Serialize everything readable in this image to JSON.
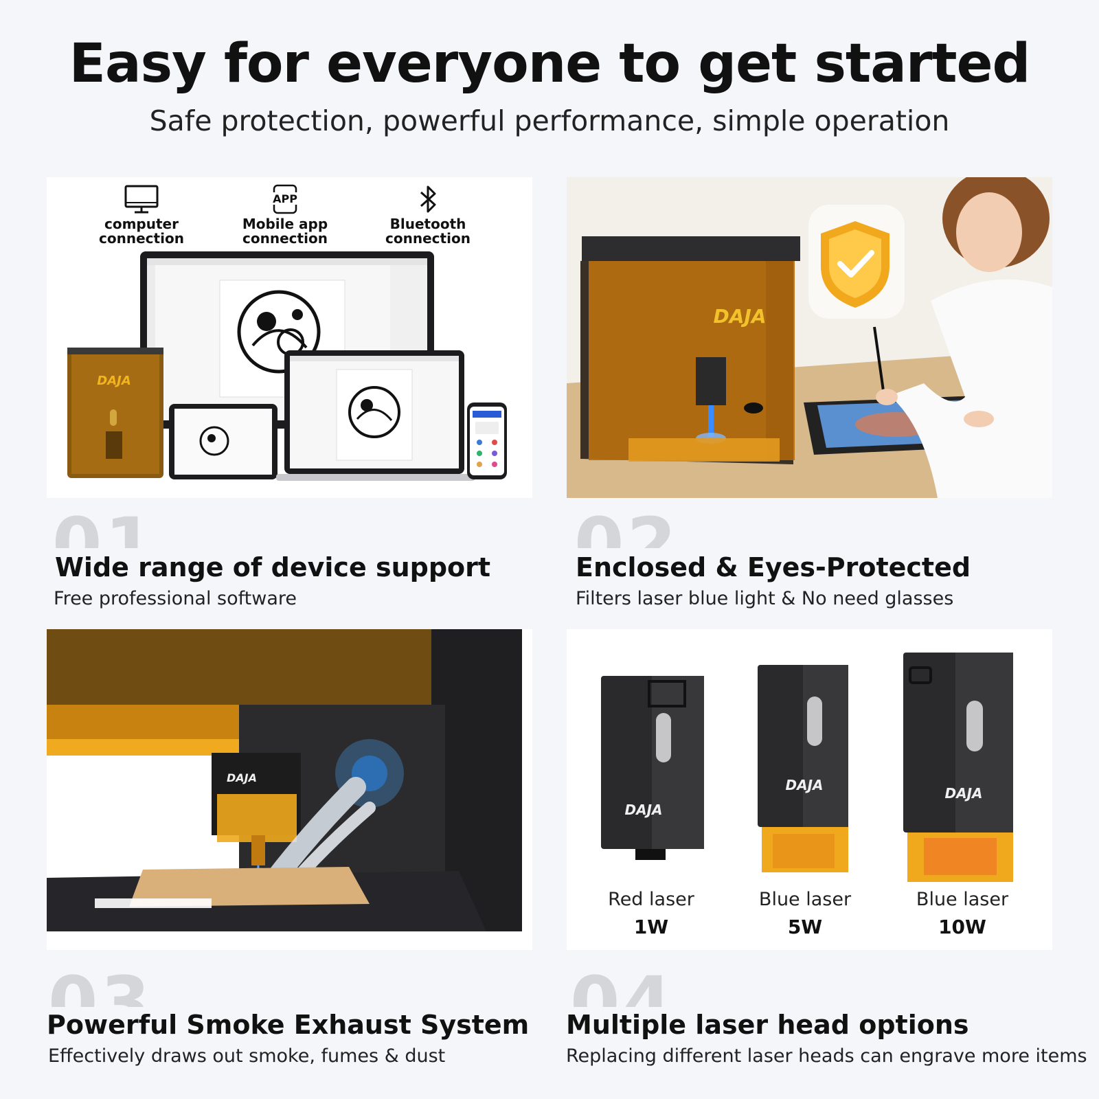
{
  "header": {
    "title": "Easy for everyone to get started",
    "subtitle": "Safe protection, powerful performance, simple operation"
  },
  "brand": {
    "logo": "DAJA",
    "accent": "#f0a81c",
    "amber": "#c77f12",
    "dark": "#2a2a2c"
  },
  "connections": [
    {
      "label_1": "computer",
      "label_2": "connection",
      "icon": "monitor-icon"
    },
    {
      "icon_text": "APP",
      "label_1": "Mobile app",
      "label_2": "connection",
      "icon": "app-icon"
    },
    {
      "label_1": "Bluetooth",
      "label_2": "connection",
      "icon": "bluetooth-icon"
    }
  ],
  "features": [
    {
      "number": "01",
      "title": "Wide range of device support",
      "subtitle": "Free professional software"
    },
    {
      "number": "02",
      "title": "Enclosed & Eyes-Protected",
      "subtitle": "Filters laser blue light & No need glasses"
    },
    {
      "number": "03",
      "title": "Powerful Smoke Exhaust System",
      "subtitle": "Effectively draws out smoke, fumes & dust"
    },
    {
      "number": "04",
      "title": "Multiple laser head options",
      "subtitle": "Replacing different laser heads can engrave more items"
    }
  ],
  "laser_heads": [
    {
      "type": "Red laser",
      "power": "1W"
    },
    {
      "type": "Blue laser",
      "power": "5W"
    },
    {
      "type": "Blue laser",
      "power": "10W"
    }
  ]
}
